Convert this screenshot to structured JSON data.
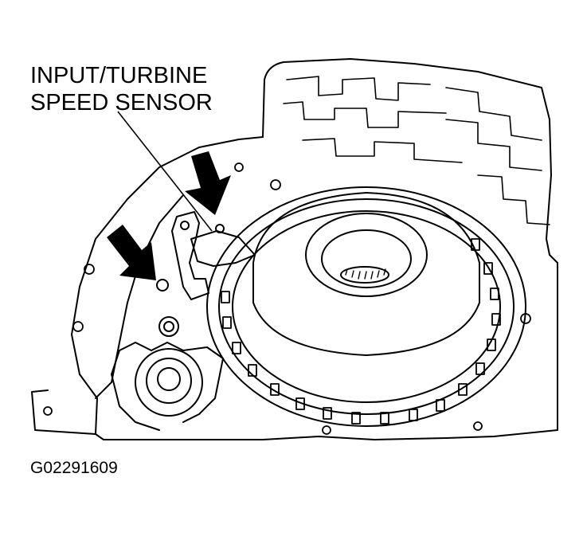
{
  "callout": {
    "line1": "INPUT/TURBINE",
    "line2": "SPEED SENSOR"
  },
  "figure_id": "G02291609",
  "colors": {
    "ink": "#000000",
    "paper": "#ffffff"
  }
}
